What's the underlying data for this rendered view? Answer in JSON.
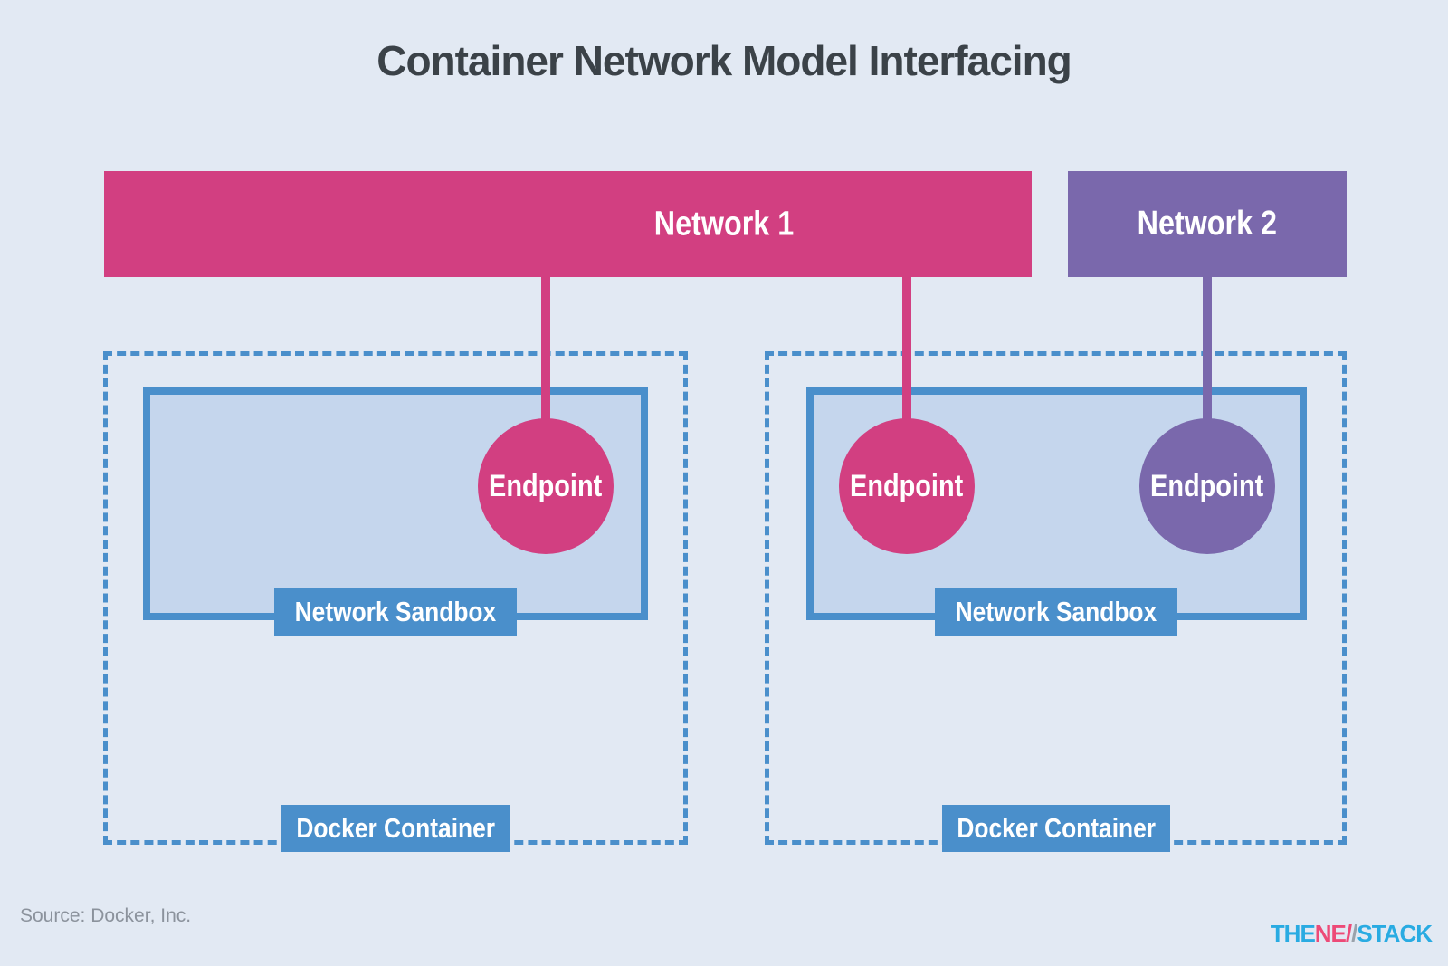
{
  "title": "Container Network Model Interfacing",
  "colors": {
    "bg": "#e2e9f3",
    "pink": "#d23f81",
    "purple": "#7a68ac",
    "blue": "#4a8fcb",
    "sandboxfill": "#c5d6ed",
    "title": "#3b4248",
    "gray": "#8b929c",
    "logoblue": "#29abe2",
    "logopink": "#ed4a77",
    "logogray": "#9aa2ab"
  },
  "networks": [
    {
      "id": "network-1",
      "label": "Network 1",
      "color": "#d23f81"
    },
    {
      "id": "network-2",
      "label": "Network 2",
      "color": "#7a68ac"
    }
  ],
  "containers": [
    {
      "label": "Docker Container",
      "sandbox_label": "Network Sandbox",
      "endpoints": [
        {
          "label": "Endpoint",
          "network": "network-1",
          "color": "#d23f81"
        }
      ]
    },
    {
      "label": "Docker Container",
      "sandbox_label": "Network Sandbox",
      "endpoints": [
        {
          "label": "Endpoint",
          "network": "network-1",
          "color": "#d23f81"
        },
        {
          "label": "Endpoint",
          "network": "network-2",
          "color": "#7a68ac"
        }
      ]
    }
  ],
  "footer": {
    "source": "Source: Docker, Inc.",
    "logo": {
      "the": "THE",
      "ne": "NE",
      "slash1": "/",
      "slash2": "/",
      "stack": "STACK"
    }
  }
}
